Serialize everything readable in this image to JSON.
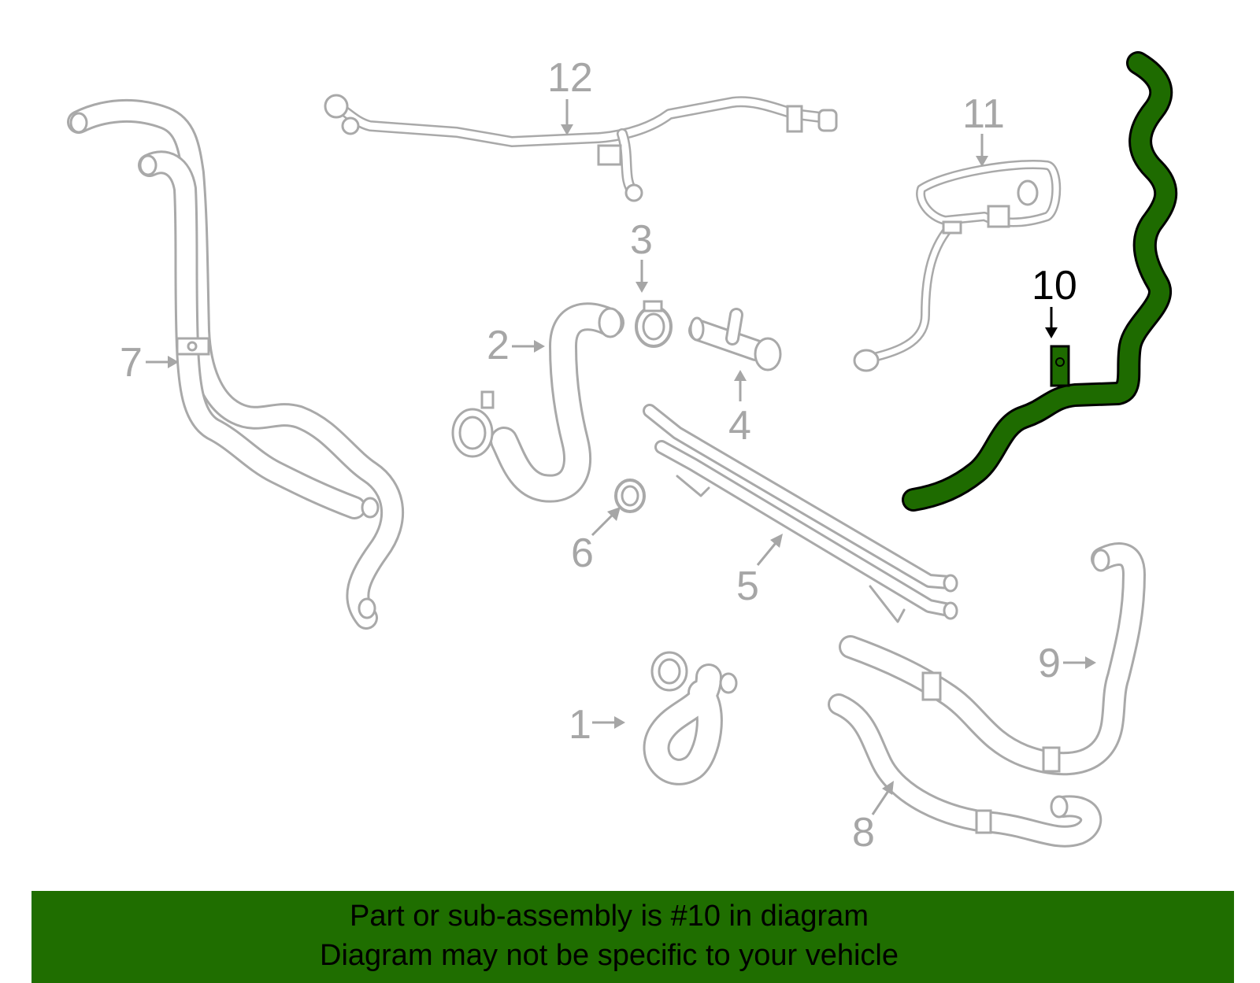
{
  "diagram": {
    "highlight_color": "#1e6b00",
    "part_color": "#a9a9a9",
    "highlighted_part": "10",
    "labels": [
      {
        "id": "label-1",
        "text": "1"
      },
      {
        "id": "label-2",
        "text": "2"
      },
      {
        "id": "label-3",
        "text": "3"
      },
      {
        "id": "label-4",
        "text": "4"
      },
      {
        "id": "label-5",
        "text": "5"
      },
      {
        "id": "label-6",
        "text": "6"
      },
      {
        "id": "label-7",
        "text": "7"
      },
      {
        "id": "label-8",
        "text": "8"
      },
      {
        "id": "label-9",
        "text": "9"
      },
      {
        "id": "label-10",
        "text": "10"
      },
      {
        "id": "label-11",
        "text": "11"
      },
      {
        "id": "label-12",
        "text": "12"
      }
    ]
  },
  "banner": {
    "line1": "Part or sub-assembly is #10 in diagram",
    "line2": "Diagram may not be specific to your vehicle",
    "background": "#1f6e00"
  }
}
